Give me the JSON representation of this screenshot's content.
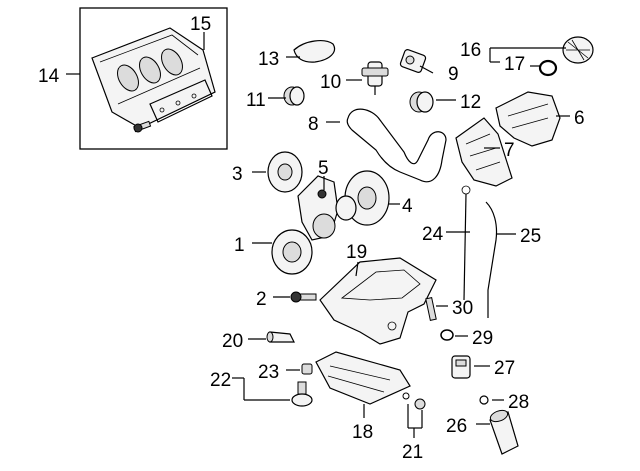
{
  "colors": {
    "background": "#ffffff",
    "ink": "#000000",
    "part_fill": "#f4f4f4",
    "part_shade": "#dcdcdc"
  },
  "callouts": [
    {
      "number": "1"
    },
    {
      "number": "2"
    },
    {
      "number": "3"
    },
    {
      "number": "4"
    },
    {
      "number": "5"
    },
    {
      "number": "6"
    },
    {
      "number": "7"
    },
    {
      "number": "8"
    },
    {
      "number": "9"
    },
    {
      "number": "10"
    },
    {
      "number": "11"
    },
    {
      "number": "12"
    },
    {
      "number": "13"
    },
    {
      "number": "14"
    },
    {
      "number": "15"
    },
    {
      "number": "16"
    },
    {
      "number": "17"
    },
    {
      "number": "18"
    },
    {
      "number": "19"
    },
    {
      "number": "20"
    },
    {
      "number": "21"
    },
    {
      "number": "22"
    },
    {
      "number": "23"
    },
    {
      "number": "24"
    },
    {
      "number": "25"
    },
    {
      "number": "26"
    },
    {
      "number": "27"
    },
    {
      "number": "28"
    },
    {
      "number": "29"
    },
    {
      "number": "30"
    }
  ]
}
